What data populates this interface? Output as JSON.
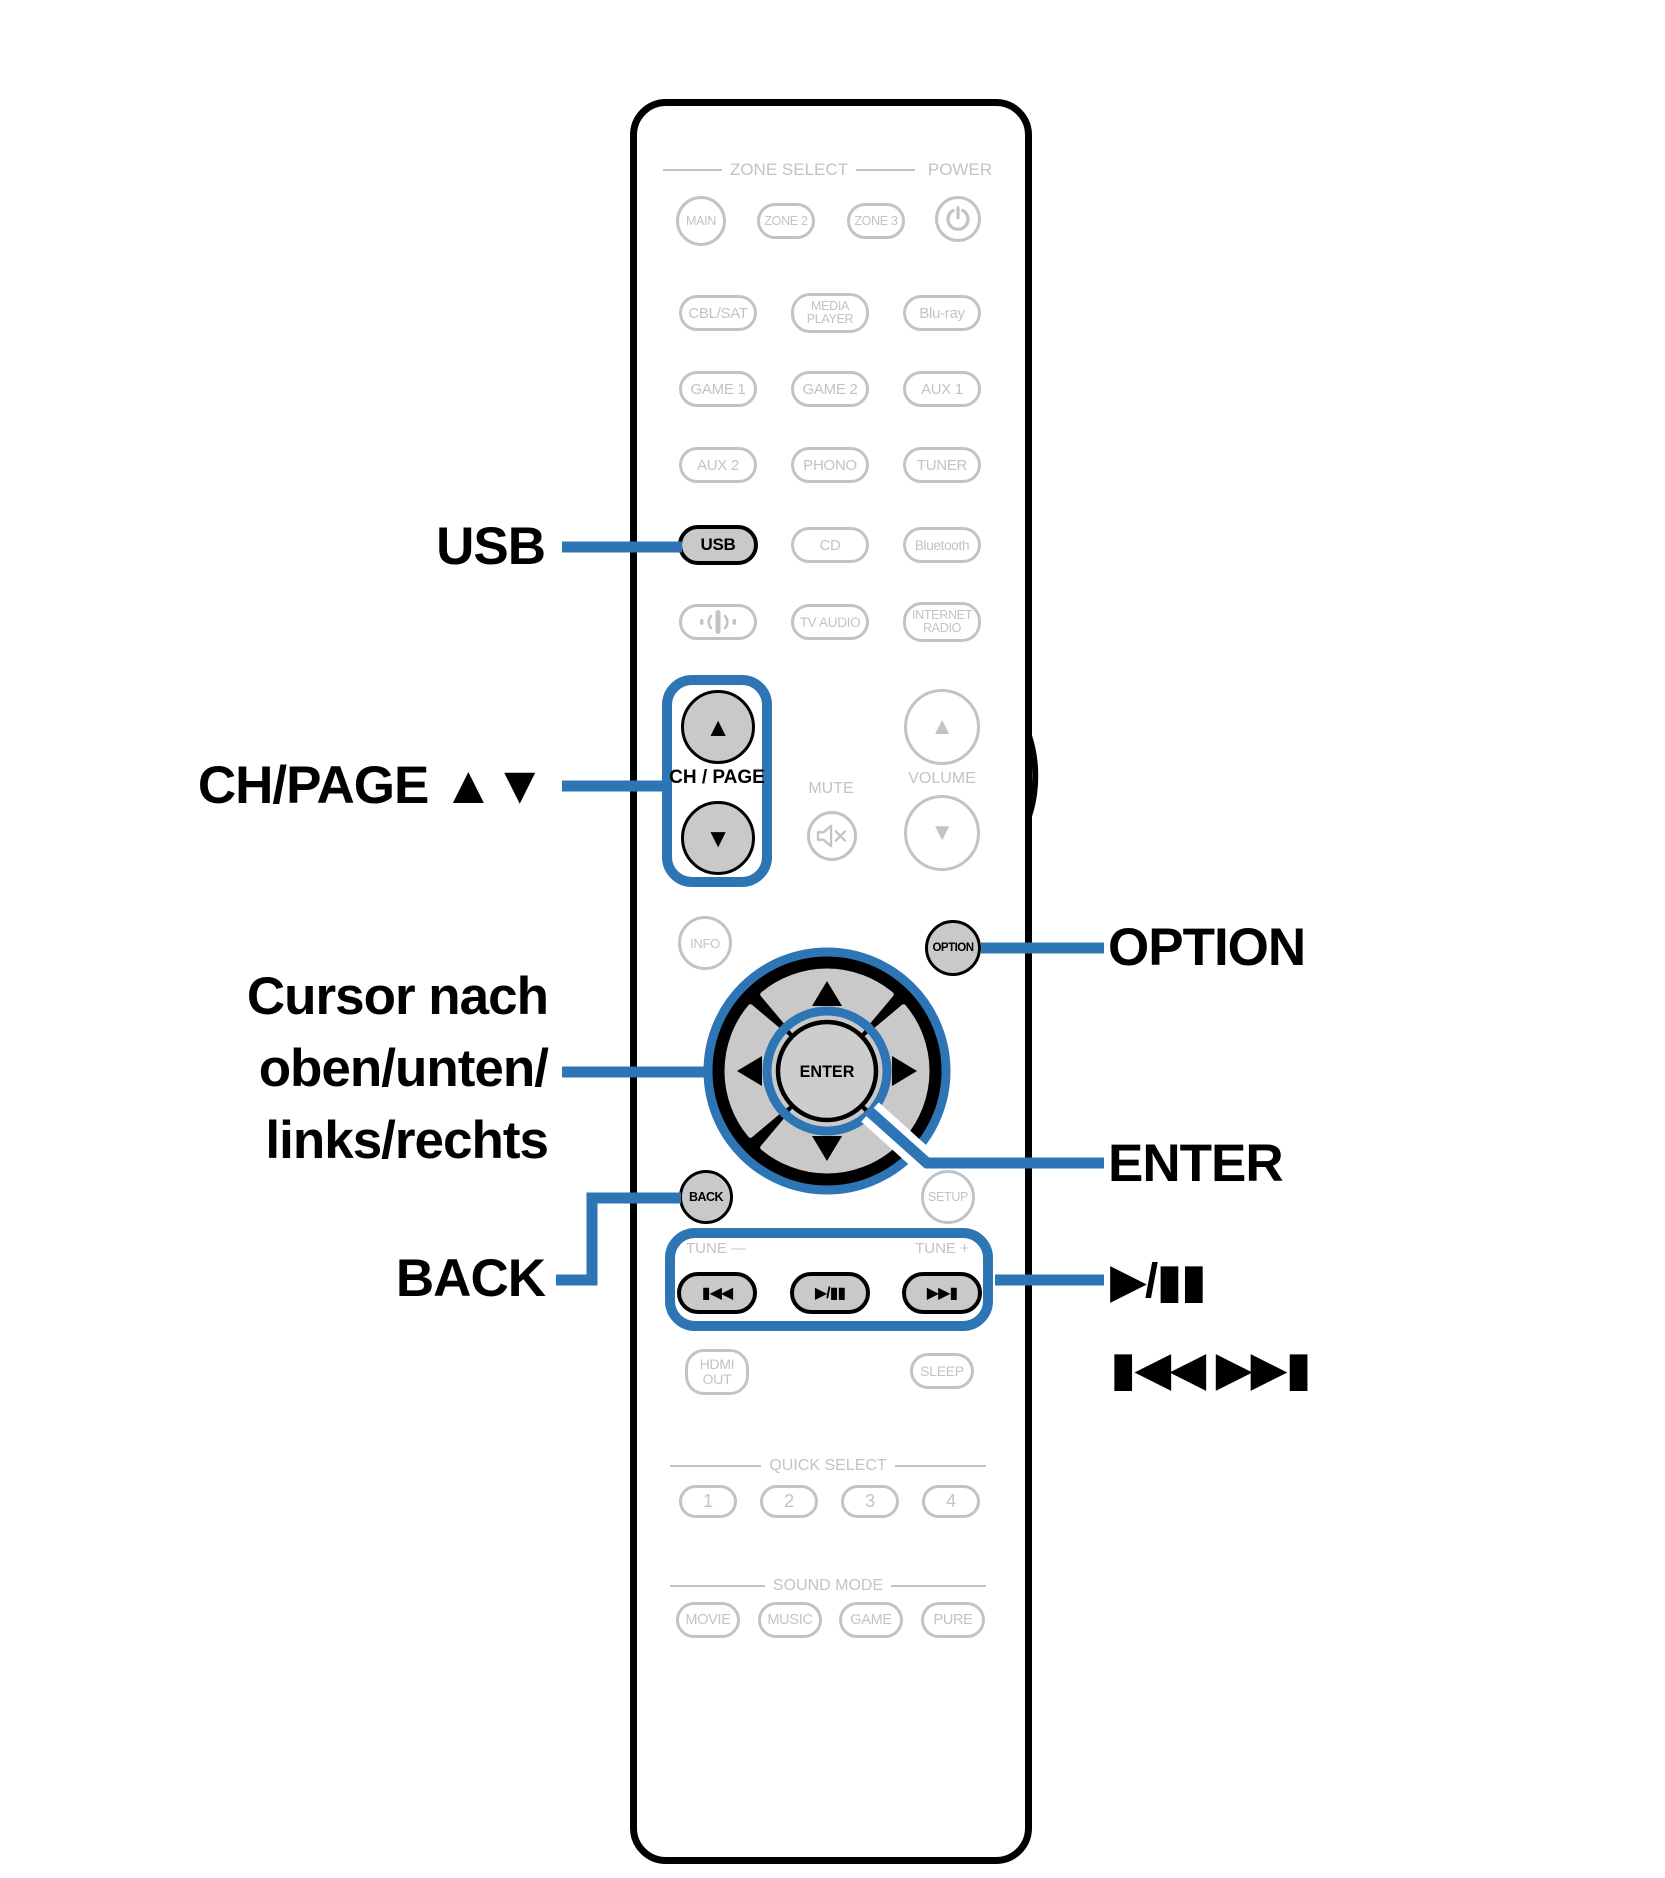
{
  "colors": {
    "callout_blue": "#2e75b5",
    "inactive_gray": "#c3c3c3",
    "active_fill": "#c9c9c9"
  },
  "remote": {
    "headers": {
      "zone_select": "ZONE SELECT",
      "power": "POWER",
      "quick_select": "QUICK SELECT",
      "sound_mode": "SOUND MODE"
    },
    "zones": {
      "main": "MAIN",
      "zone2": "ZONE 2",
      "zone3": "ZONE 3"
    },
    "sources": {
      "cbl_sat": "CBL/SAT",
      "media_player_line1": "MEDIA",
      "media_player_line2": "PLAYER",
      "blu_ray": "Blu-ray",
      "game1": "GAME 1",
      "game2": "GAME 2",
      "aux1": "AUX 1",
      "aux2": "AUX 2",
      "phono": "PHONO",
      "tuner": "TUNER",
      "usb": "USB",
      "cd": "CD",
      "bluetooth": "Bluetooth",
      "tv_audio": "TV AUDIO",
      "internet_radio_line1": "INTERNET",
      "internet_radio_line2": "RADIO"
    },
    "channel": {
      "label": "CH / PAGE",
      "up_glyph": "▲",
      "down_glyph": "▼"
    },
    "mute_label": "MUTE",
    "volume": {
      "label": "VOLUME",
      "up_glyph": "▲",
      "down_glyph": "▼"
    },
    "info": "INFO",
    "option": "OPTION",
    "enter": "ENTER",
    "back": "BACK",
    "setup": "SETUP",
    "tune_minus": "TUNE —",
    "tune_plus": "TUNE +",
    "transport": {
      "skip_back": "▮◀◀",
      "play_pause": "▶/▮▮",
      "skip_forward": "▶▶▮"
    },
    "hdmi_out": {
      "line1": "HDMI",
      "line2": "OUT"
    },
    "sleep": "SLEEP",
    "quick": [
      "1",
      "2",
      "3",
      "4"
    ],
    "sound_modes": [
      "MOVIE",
      "MUSIC",
      "GAME",
      "PURE"
    ]
  },
  "callouts": {
    "usb": "USB",
    "ch_page": "CH/PAGE ▲▼",
    "cursor_line1": "Cursor nach",
    "cursor_line2": "oben/unten/",
    "cursor_line3": "links/rechts",
    "back": "BACK",
    "option": "OPTION",
    "enter": "ENTER",
    "play_pause": "▶/▮▮",
    "skip": "▮◀◀ ▶▶▮"
  }
}
